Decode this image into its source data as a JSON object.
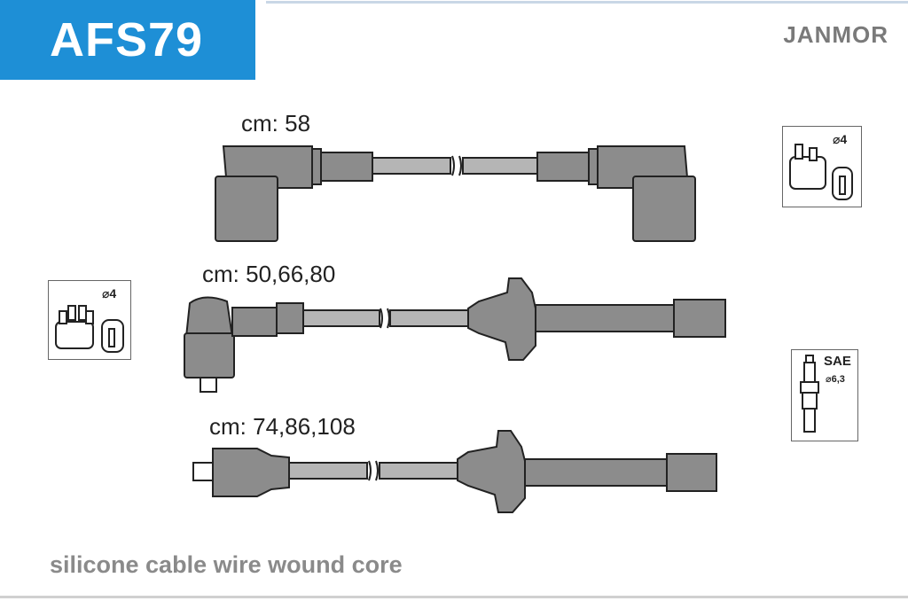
{
  "header": {
    "part_number": "AFS79",
    "brand": "JANMOR"
  },
  "cables": [
    {
      "label": "cm: 58"
    },
    {
      "label": "cm: 50,66,80"
    },
    {
      "label": "cm: 74,86,108"
    }
  ],
  "insets": {
    "distributor_right": {
      "diameter": "⌀4"
    },
    "distributor_left": {
      "diameter": "⌀4"
    },
    "spark_plug": {
      "standard": "SAE",
      "diameter": "⌀6,3"
    }
  },
  "footer": {
    "description": "silicone cable wire wound core"
  },
  "colors": {
    "accent": "#1e8fd6",
    "cable_fill": "#8c8c8c",
    "outline": "#222222"
  }
}
